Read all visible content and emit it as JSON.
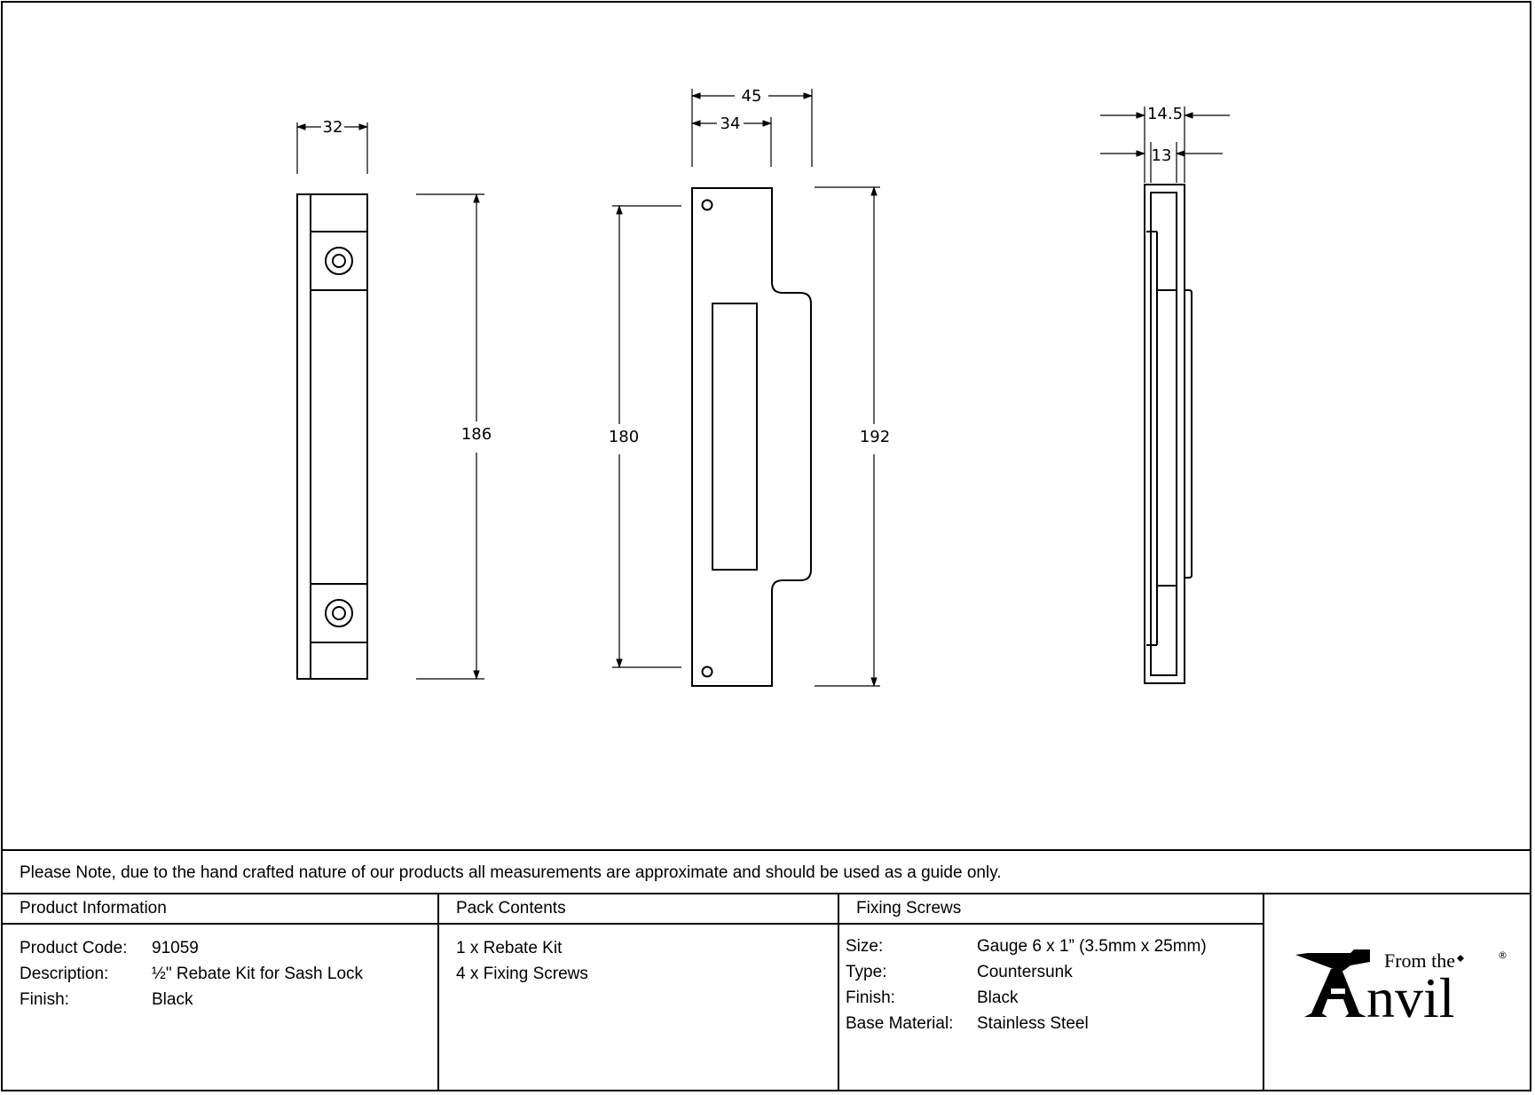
{
  "dimensions": {
    "front_width": "32",
    "front_height": "186",
    "plate_width": "45",
    "plate_inner_width": "34",
    "plate_hole_spacing": "180",
    "plate_height": "192",
    "side_depth": "14.5",
    "side_inner_depth": "13"
  },
  "note": "Please Note, due to the hand crafted nature of our products all measurements are approximate and should be used as a guide only.",
  "product_info": {
    "heading": "Product Information",
    "rows": [
      {
        "label": "Product Code:",
        "value": "91059"
      },
      {
        "label": "Description:",
        "value": "½\" Rebate Kit for Sash Lock"
      },
      {
        "label": "Finish:",
        "value": "Black"
      }
    ]
  },
  "pack_contents": {
    "heading": "Pack Contents",
    "items": [
      "1 x Rebate Kit",
      "4 x Fixing Screws"
    ]
  },
  "fixing_screws": {
    "heading": "Fixing Screws",
    "rows": [
      {
        "label": "Size:",
        "value": "Gauge 6 x 1” (3.5mm x 25mm)"
      },
      {
        "label": "Type:",
        "value": "Countersunk"
      },
      {
        "label": "Finish:",
        "value": "Black"
      },
      {
        "label": "Base Material:",
        "value": "Stainless Steel"
      }
    ]
  },
  "logo": {
    "text_small": "From the",
    "text_large": "nvil",
    "mark": "®",
    "icon": "anvil-icon"
  }
}
